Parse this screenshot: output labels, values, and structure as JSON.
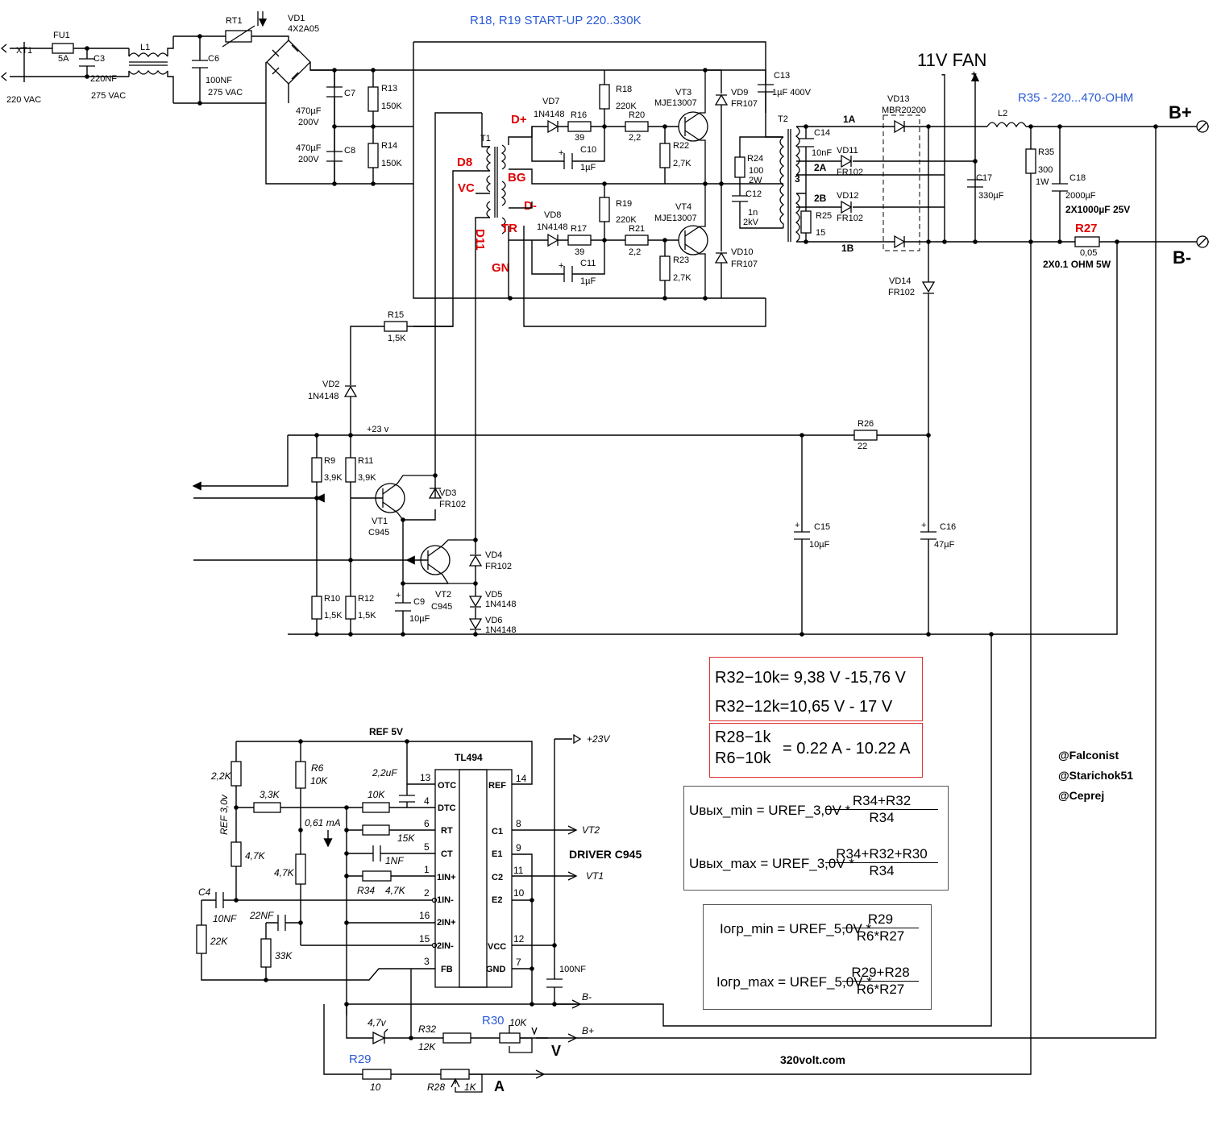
{
  "header": {
    "startup_note": "R18, R19 START-UP 220..330K",
    "fan_label": "11V FAN",
    "r35_note": "R35 - 220...470-OHM"
  },
  "input": {
    "xt1": "XT1",
    "voltage": "220 VAC",
    "fu1": "FU1",
    "fu1_val": "5A",
    "c3": "C3",
    "c3_val": "220NF",
    "c3_rating": "275 VAC",
    "l1": "L1",
    "c6": "C6",
    "c6_val": "100NF",
    "c6_rating": "275 VAC",
    "rt1": "RT1",
    "vd1": "VD1",
    "vd1_val": "4X2A05"
  },
  "bus": {
    "c7": "C7",
    "c7_val": "470µF",
    "c7_v": "200V",
    "c8": "C8",
    "c8_val": "470µF",
    "c8_v": "200V",
    "r13": "R13",
    "r13_val": "150K",
    "r14": "R14",
    "r14_val": "150K",
    "c13": "C13",
    "c13_val": "1µF 400V"
  },
  "drive_transformer": {
    "t1": "T1",
    "d8": "D8",
    "vc": "VC",
    "d11": "D11",
    "dplus": "D+",
    "bg": "BG",
    "dminus": "D-",
    "tr": "TR",
    "gn": "GN"
  },
  "half_bridge": {
    "vd7": "VD7",
    "vd7_val": "1N4148",
    "r16": "R16",
    "r16_val": "39",
    "c10": "C10",
    "c10_val": "1µF",
    "r18": "R18",
    "r18_val": "220K",
    "r20": "R20",
    "r20_val": "2,2",
    "r22": "R22",
    "r22_val": "2,7K",
    "vt3": "VT3",
    "vt3_val": "MJE13007",
    "vd9": "VD9",
    "vd9_val": "FR107",
    "vd8": "VD8",
    "vd8_val": "1N4148",
    "r17": "R17",
    "r17_val": "39",
    "c11": "C11",
    "c11_val": "1µF",
    "r19": "R19",
    "r19_val": "220K",
    "r21": "R21",
    "r21_val": "2,2",
    "r23": "R23",
    "r23_val": "2,7K",
    "vt4": "VT4",
    "vt4_val": "MJE13007",
    "vd10": "VD10",
    "vd10_val": "FR107",
    "r24": "R24",
    "r24_val": "100",
    "r24_p": "2W",
    "c12": "C12",
    "c12_val": "1n",
    "c12_v": "2kV"
  },
  "output": {
    "t2": "T2",
    "t2_winding": "3",
    "c14": "C14",
    "c14_val": "10nF",
    "r25": "R25",
    "r25_val": "15",
    "w1a": "1A",
    "w2a": "2A",
    "w2b": "2B",
    "w1b": "1B",
    "vd13": "VD13",
    "vd13_val": "MBR20200",
    "vd11": "VD11",
    "vd11_val": "FR102",
    "vd12": "VD12",
    "vd12_val": "FR102",
    "vd14": "VD14",
    "vd14_val": "FR102",
    "c17": "C17",
    "c17_val": "330µF",
    "l2": "L2",
    "r35": "R35",
    "r35_val": "300",
    "r35_p": "1W",
    "c18": "C18",
    "c18_val": "2000µF",
    "c18_note": "2X1000µF 25V",
    "r27": "R27",
    "r27_val": "0,05",
    "r27_note": "2X0.1 OHM 5W",
    "bplus": "B+",
    "bminus": "B-",
    "fan_minus": "-",
    "fan_plus": "+"
  },
  "control": {
    "r15": "R15",
    "r15_val": "1,5K",
    "vd2": "VD2",
    "vd2_val": "1N4148",
    "v23": "+23 v",
    "r26": "R26",
    "r26_val": "22",
    "r9": "R9",
    "r9_val": "3,9K",
    "r11": "R11",
    "r11_val": "3,9K",
    "vt1": "VT1",
    "vt1_val": "C945",
    "vd3": "VD3",
    "vd3_val": "FR102",
    "vt2": "VT2",
    "vt2_val": "C945",
    "vd4": "VD4",
    "vd4_val": "FR102",
    "vd5": "VD5",
    "vd5_val": "1N4148",
    "vd6": "VD6",
    "vd6_val": "1N4148",
    "r10": "R10",
    "r10_val": "1,5K",
    "r12": "R12",
    "r12_val": "1,5K",
    "c9": "C9",
    "c9_val": "10µF",
    "c15": "C15",
    "c15_val": "10µF",
    "c16": "C16",
    "c16_val": "47µF"
  },
  "pwm": {
    "chip": "TL494",
    "ref5v": "REF 5V",
    "v23": "+23V",
    "r22k": "2,2K",
    "ref30": "REF 3,0v",
    "r47k_a": "4,7K",
    "c4": "C4",
    "c4_val": "10NF",
    "r22k_b": "22K",
    "r33k": "3,3K",
    "r6": "R6",
    "r6_val": "10K",
    "current": "0,61 mA",
    "r47k_b": "4,7K",
    "c22nf": "22NF",
    "r33k_b": "33K",
    "c22u": "2,2uF",
    "r10k": "10K",
    "r15k": "15K",
    "c1nf": "1NF",
    "r34": "R34",
    "r34_val": "4,7K",
    "c100nf": "100NF",
    "pins_left": [
      {
        "num": "13",
        "name": "OTC"
      },
      {
        "num": "4",
        "name": "DTC"
      },
      {
        "num": "6",
        "name": "RT"
      },
      {
        "num": "5",
        "name": "CT"
      },
      {
        "num": "1",
        "name": "1IN+"
      },
      {
        "num": "2",
        "name": "1IN-"
      },
      {
        "num": "16",
        "name": "2IN+"
      },
      {
        "num": "15",
        "name": "2IN-"
      },
      {
        "num": "3",
        "name": "FB"
      }
    ],
    "pins_right": [
      {
        "num": "14",
        "name": "REF"
      },
      {
        "num": "8",
        "name": "C1"
      },
      {
        "num": "9",
        "name": "E1"
      },
      {
        "num": "11",
        "name": "C2"
      },
      {
        "num": "10",
        "name": "E2"
      },
      {
        "num": "12",
        "name": "VCC"
      },
      {
        "num": "7",
        "name": "GND"
      }
    ],
    "out_vt2": "VT2",
    "out_vt1": "VT1",
    "driver_note": "DRIVER C945",
    "bminus": "B-",
    "bplus": "B+",
    "z47": "4,7v",
    "r32": "R32",
    "r32_val": "12K",
    "r30": "R30",
    "r30_val": "10K",
    "v_label": "V",
    "r29": "R29",
    "r29_val": "10",
    "r28": "R28",
    "r28_val": "1K",
    "a_label": "A"
  },
  "notes": {
    "r32_10k_lhs": "R32−10k",
    "r32_10k_rhs": "= 9,38 V -15,76 V",
    "r32_12k_lhs": "R32−12k",
    "r32_12k_rhs": "=10,65 V - 17 V",
    "r28_lhs": "R28−1k",
    "r6_lhs": "R6−10k",
    "range_rhs": "= 0.22 A - 10.22 A"
  },
  "formulas": {
    "u_min_lhs": "Uвых_min",
    "u_min_ref": "UREF_3,0V",
    "u_min_num": "R34+R32",
    "u_min_den": "R34",
    "u_max_lhs": "Uвых_max",
    "u_max_ref": "UREF_3,0V",
    "u_max_num": "R34+R32+R30",
    "u_max_den": "R34",
    "i_min_lhs": "Iогр_min",
    "i_min_ref": "UREF_5,0V",
    "i_min_num": "R29",
    "i_min_den": "R6*R27",
    "i_max_lhs": "Iогр_max",
    "i_max_ref": "UREF_5,0V",
    "i_max_num": "R29+R28",
    "i_max_den": "R6*R27"
  },
  "credits": [
    "@Falconist",
    "@Starichok51",
    "@Ceprej"
  ],
  "site": "320volt.com"
}
